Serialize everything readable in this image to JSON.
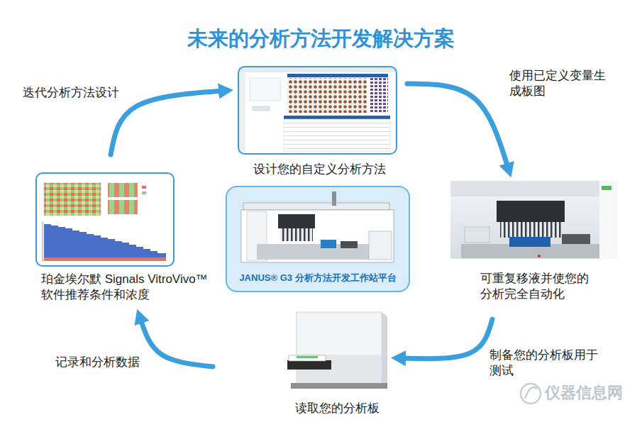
{
  "diagram": {
    "title": "未来的分析方法开发解决方案",
    "nodes": [
      {
        "text": [
          "设计您的自定义分析方法"
        ]
      },
      {
        "text": [
          "珀金埃尔默 Signals VitroVivo™ 软件推荐条件和浓度"
        ]
      },
      {
        "text": [
          "JANUS® G3 分析方法开发工作站平台"
        ]
      },
      {
        "text": [
          "可重复移液并使您的分析完全自动化"
        ]
      },
      {
        "text": [
          "读取您的分析板"
        ]
      }
    ],
    "edges": [
      {
        "from": 0,
        "to": 3,
        "arrow": "to",
        "label": "使用已定义变量生成板图"
      },
      {
        "from": 3,
        "to": 4,
        "arrow": "to",
        "label": "制备您的分析板用于测试"
      },
      {
        "from": 4,
        "to": 1,
        "arrow": "to",
        "label": "记录和分析数据"
      },
      {
        "from": 1,
        "to": 0,
        "arrow": "to",
        "label": "迭代分析方法设计"
      }
    ],
    "labels": [
      "仪器信息网"
    ]
  }
}
